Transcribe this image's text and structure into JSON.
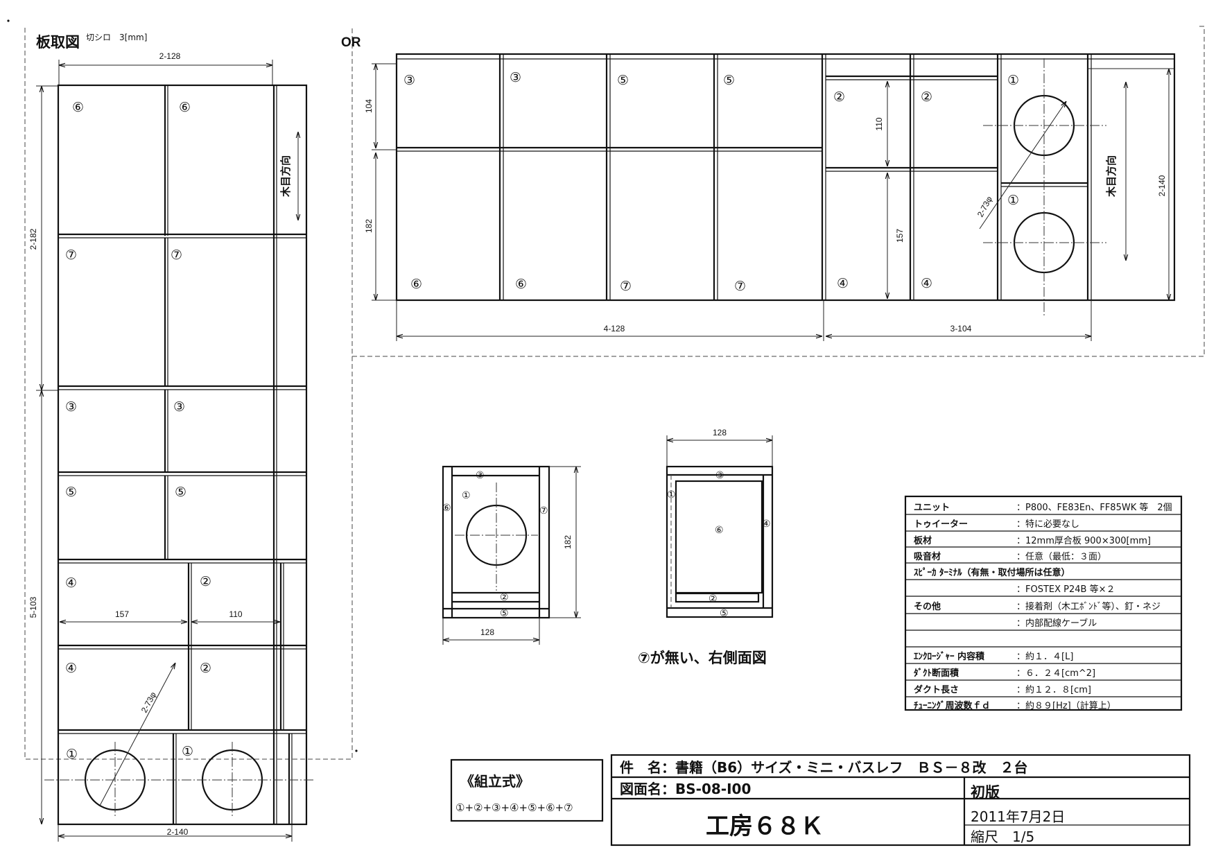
{
  "left_panel": {
    "title": "板取図",
    "kerf": "切シロ　3[mm]",
    "or_label": "OR",
    "top_dim": "2-128",
    "dim_left_upper": "2-182",
    "dim_left_lower": "5-103",
    "bottom_dim": "2-140",
    "grain": "木目方向",
    "dim_157": "157",
    "dim_110": "110",
    "hole": "2-73φ",
    "parts": {
      "p6a": "⑥",
      "p6b": "⑥",
      "p7a": "⑦",
      "p7b": "⑦",
      "p3a": "③",
      "p3b": "③",
      "p5a": "⑤",
      "p5b": "⑤",
      "p4a": "④",
      "p2a": "②",
      "p4b": "④",
      "p2b": "②",
      "p1a": "①",
      "p1b": "①"
    }
  },
  "right_panel": {
    "dim_104": "104",
    "dim_182": "182",
    "dim_110": "110",
    "dim_157": "157",
    "dim_4_128": "4-128",
    "dim_3_104": "3-104",
    "dim_2_140": "2-140",
    "grain": "木目方向",
    "hole": "2-73φ",
    "parts": {
      "t3a": "③",
      "t3b": "③",
      "t5a": "⑤",
      "t5b": "⑤",
      "b6a": "⑥",
      "b6b": "⑥",
      "b7a": "⑦",
      "b7b": "⑦",
      "r2a": "②",
      "r2b": "②",
      "r4a": "④",
      "r4b": "④",
      "r1a": "①",
      "r1b": "①"
    }
  },
  "front_view": {
    "width_dim": "128",
    "height_dim": "182",
    "labels": {
      "p3": "③",
      "p1": "①",
      "p6": "⑥",
      "p7": "⑦",
      "p2": "②",
      "p5": "⑤"
    }
  },
  "side_view": {
    "width_dim": "128",
    "caption": "⑦が無い、右側面図",
    "labels": {
      "p3": "③",
      "p1": "①",
      "p6": "⑥",
      "p4": "④",
      "p2": "②",
      "p5": "⑤"
    }
  },
  "spec_table": {
    "rows": [
      {
        "k": "ユニット",
        "v": "：P800、FE83En、FF85WK 等　2個"
      },
      {
        "k": "トゥイーター",
        "v": "：特に必要なし"
      },
      {
        "k": "板材",
        "v": "：12mm厚合板 900×300[mm]"
      },
      {
        "k": "吸音材",
        "v": "：任意（最低：３面）"
      },
      {
        "k": "ｽﾋﾟｰｶ ﾀｰﾐﾅﾙ（有無・取付場所は任意）",
        "v": ""
      },
      {
        "k": "",
        "v": "：FOSTEX P24B 等×２"
      },
      {
        "k": "その他",
        "v": "：接着剤（木工ﾎﾞﾝﾄﾞ等）、釘・ネジ"
      },
      {
        "k": "",
        "v": "：内部配線ケーブル"
      },
      {
        "k": "",
        "v": ""
      },
      {
        "k": "ｴﾝｸﾛｰｼﾞｬｰ 内容積",
        "v": "：約１．４[L]"
      },
      {
        "k": "ﾀﾞｸﾄ断面積",
        "v": "：６．２４[cm^2]"
      },
      {
        "k": "ダクト長さ",
        "v": "：約１２．８[cm]"
      },
      {
        "k": "ﾁｭｰﾆﾝｸﾞ周波数ｆｄ",
        "v": "：約８９[Hz]（計算上）"
      }
    ]
  },
  "assembly": {
    "title": "《組立式》",
    "formula": "①+②+③+④+⑤+⑥+⑦"
  },
  "title_block": {
    "item": "件　名：書籍（B6）サイズ・ミニ・バスレフ　ＢＳ－８改　２台",
    "drawing": "図面名：BS-08-I00",
    "edition": "初版",
    "company": "工房６８Ｋ",
    "date": "2011年7月2日",
    "scale": "縮尺　1/5"
  }
}
